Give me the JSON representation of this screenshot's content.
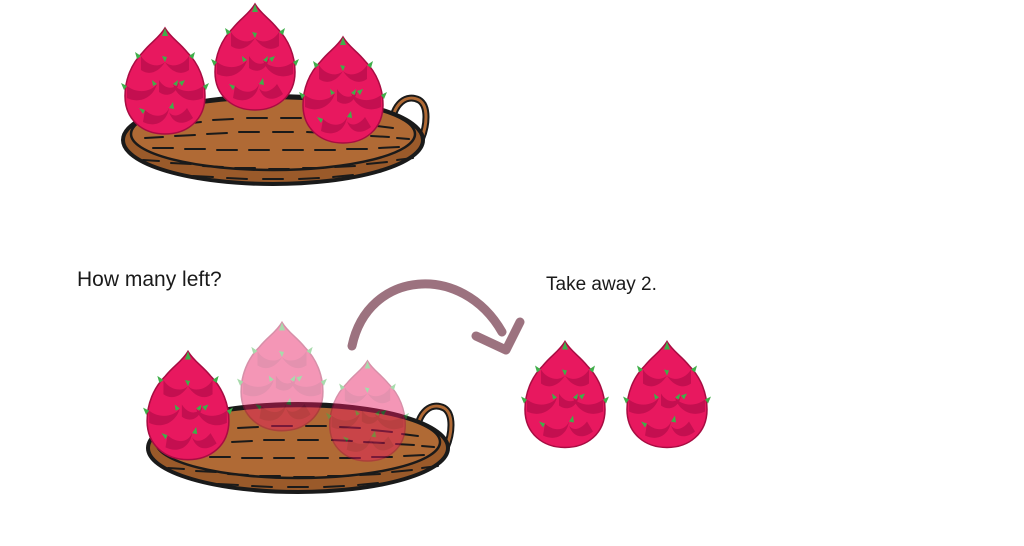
{
  "texts": {
    "question": "How many left?",
    "instruction": "Take away 2."
  },
  "scene": {
    "top_tray_fruit_count": 3,
    "bottom_tray_fruit_remaining": 1,
    "bottom_tray_fruit_faded": 2,
    "taken_away_fruit_count": 2,
    "icons": [
      "dragon-fruit-icon",
      "woven-tray-icon",
      "curved-arrow-icon"
    ]
  },
  "colors": {
    "fruit": "#e8185f",
    "fruit_dark": "#b80f4a",
    "fruit_tip": "#3fae4a",
    "tray": "#b06a35",
    "tray_dark": "#7a4520",
    "outline": "#1a1a1a",
    "arrow": "#9c727f"
  }
}
